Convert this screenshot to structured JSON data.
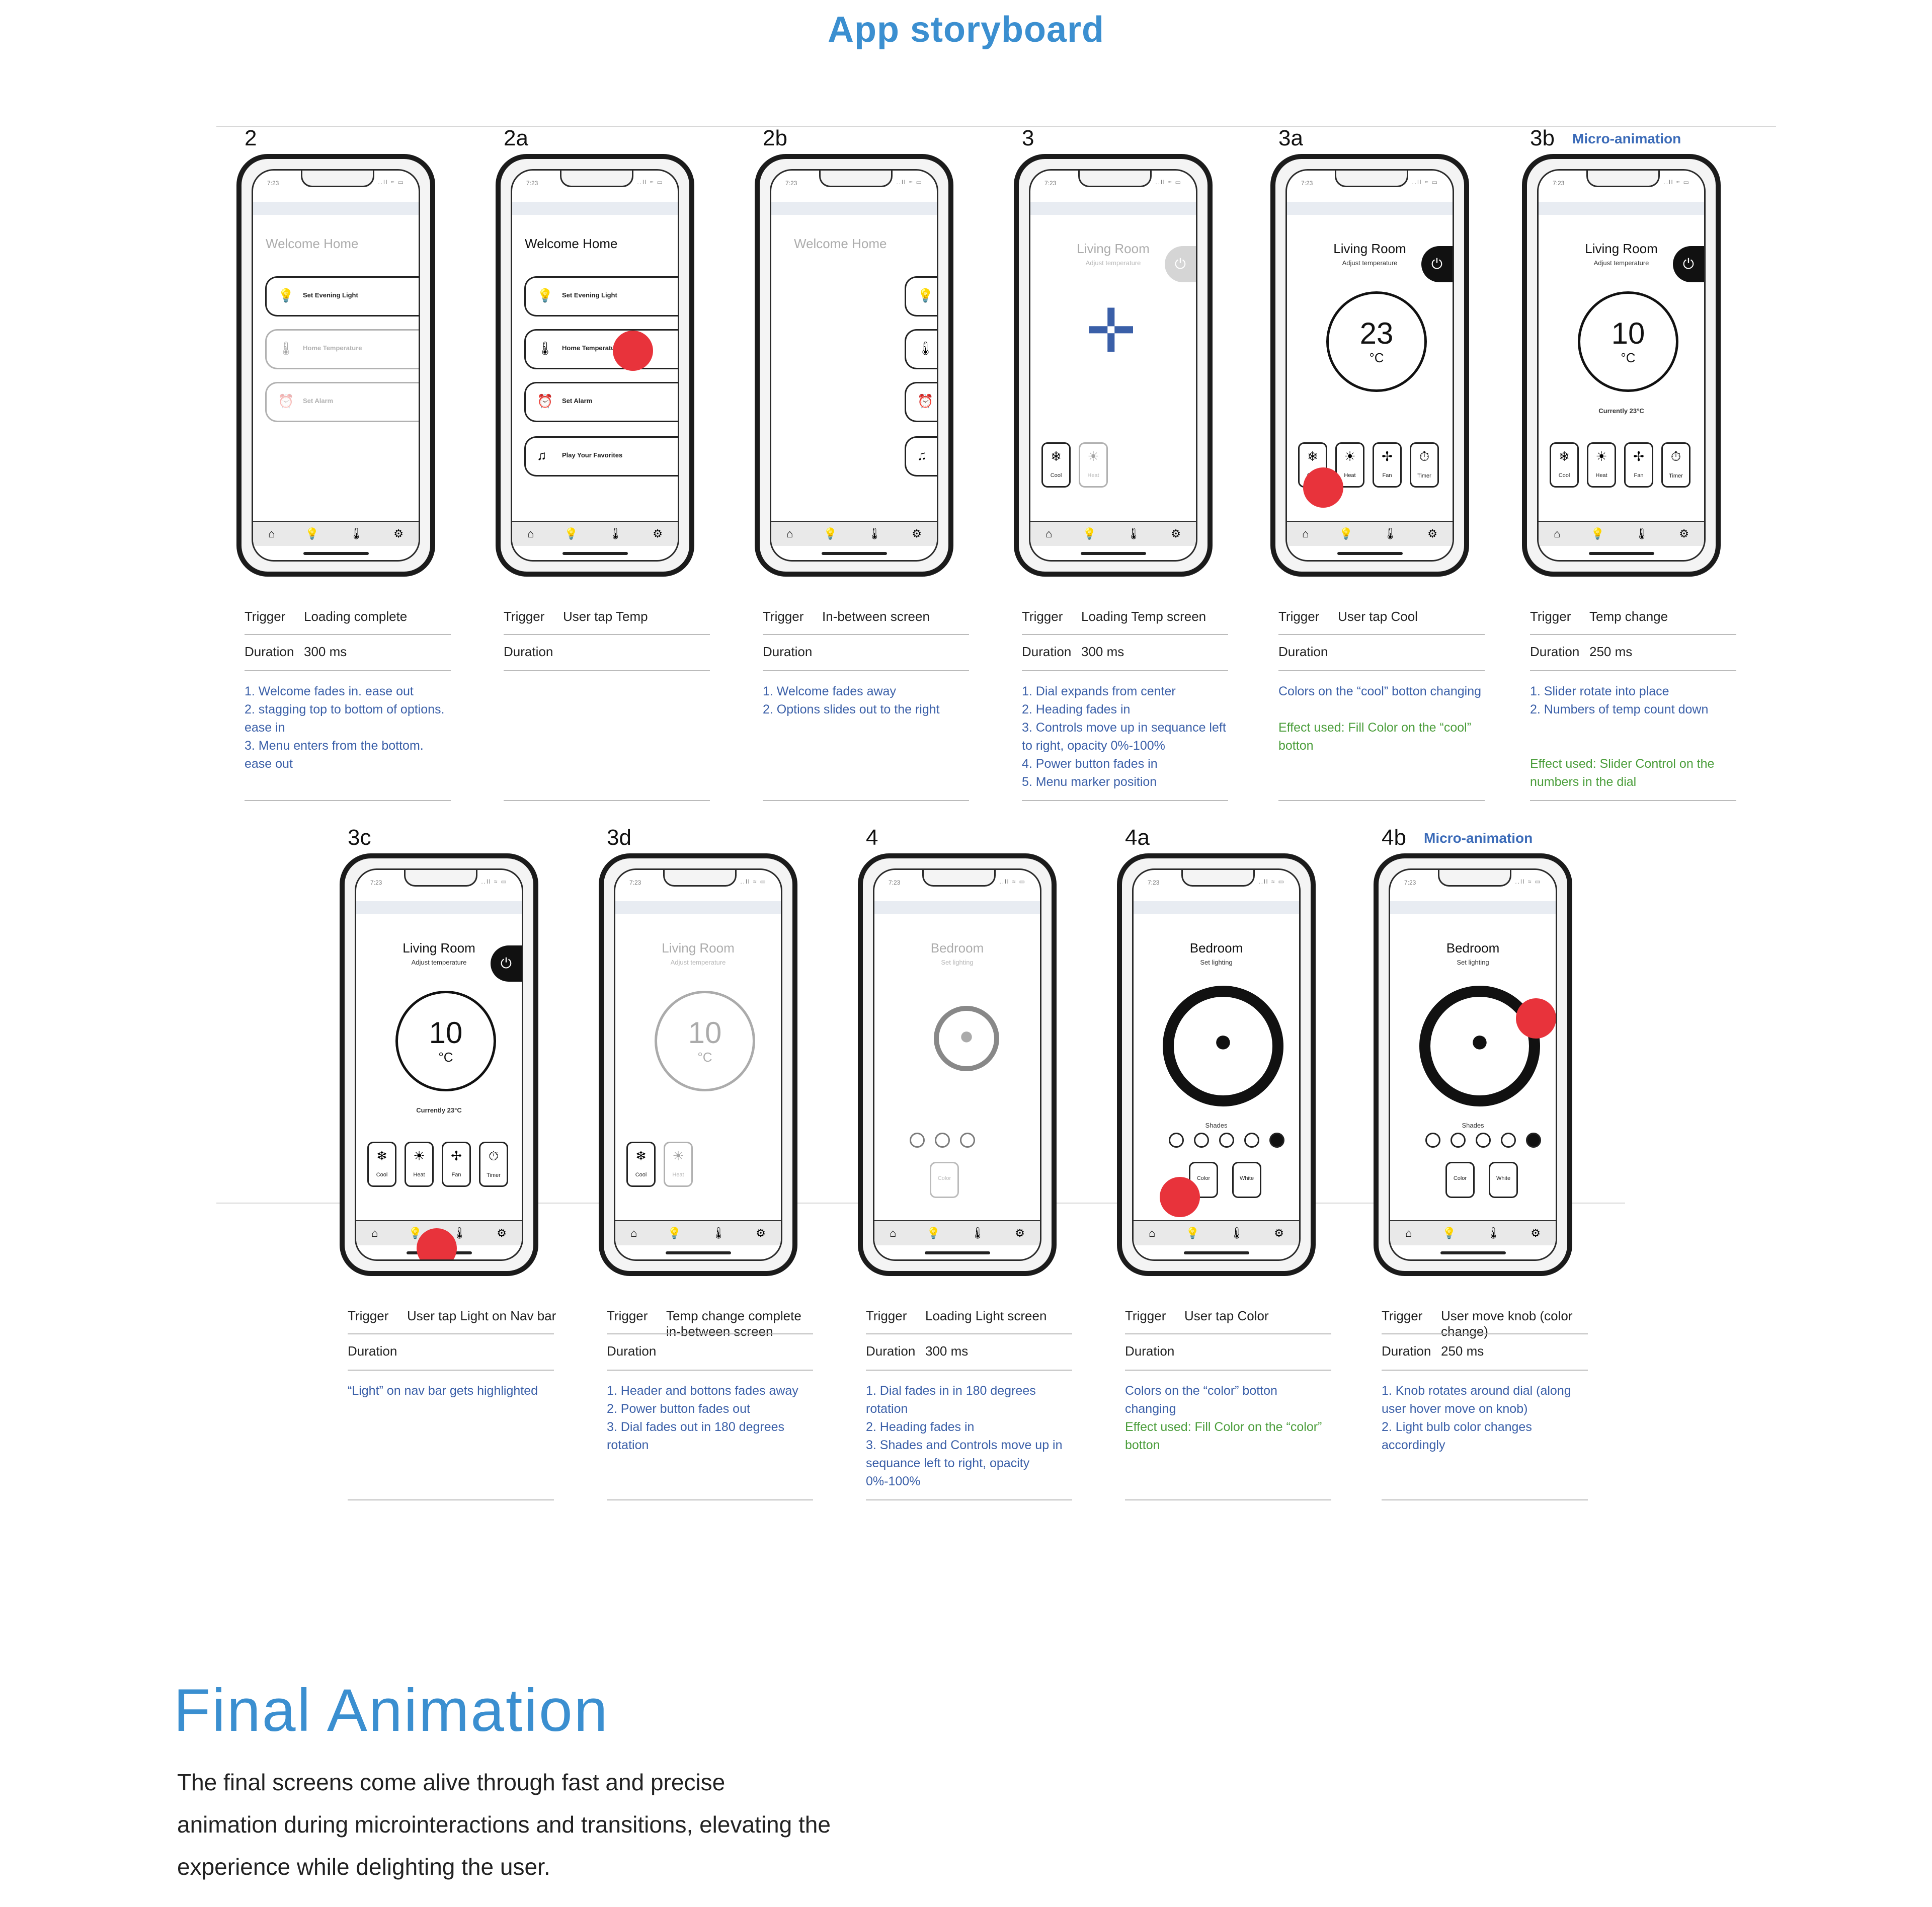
{
  "page": {
    "title": "App storyboard",
    "final_heading": "Final Animation",
    "final_paragraph": "The final screens come alive through fast and precise animation during microinteractions and transitions, elevating the experience while delighting the user."
  },
  "labels": {
    "trigger": "Trigger",
    "duration": "Duration",
    "micro": "Micro-animation",
    "status_time": "7:23",
    "status_icons": "..ll ≈ ▭"
  },
  "frames": [
    {
      "id": "2",
      "trigger": "Loading complete",
      "duration": "300 ms",
      "notes": [
        "1. Welcome fades in.  ease out",
        "2. stagging top to bottom of options. ease in",
        "3. Menu enters from the bottom. ease out"
      ],
      "effect": ""
    },
    {
      "id": "2a",
      "trigger": "User tap Temp",
      "duration": "",
      "notes": [],
      "effect": ""
    },
    {
      "id": "2b",
      "trigger": "In-between screen",
      "duration": "",
      "notes": [
        "1. Welcome fades away",
        "2. Options slides out to the right"
      ],
      "effect": ""
    },
    {
      "id": "3",
      "trigger": "Loading Temp screen",
      "duration": "300 ms",
      "notes": [
        "1. Dial expands from center",
        "2. Heading fades in",
        "3. Controls move up in sequance left to right, opacity 0%-100%",
        "4. Power button fades in",
        "5. Menu marker position"
      ],
      "effect": ""
    },
    {
      "id": "3a",
      "trigger": "User tap Cool",
      "duration": "",
      "notes": [
        "Colors on the “cool” botton changing"
      ],
      "effect": "Effect used: Fill Color on the “cool” botton"
    },
    {
      "id": "3b",
      "micro": true,
      "trigger": "Temp change",
      "duration": "250 ms",
      "notes": [
        "1. Slider rotate into place",
        "2. Numbers of temp count down"
      ],
      "effect": "Effect used: Slider Control on the numbers in the dial"
    },
    {
      "id": "3c",
      "trigger": "User tap Light on Nav bar",
      "duration": "",
      "notes": [
        "“Light” on nav bar gets highlighted"
      ],
      "effect": ""
    },
    {
      "id": "3d",
      "trigger": "Temp change complete in-between screen",
      "duration": "",
      "notes": [
        "1. Header and bottons fades away",
        "2. Power button fades out",
        "3. Dial fades out in 180 degrees rotation"
      ],
      "effect": ""
    },
    {
      "id": "4",
      "trigger": "Loading Light screen",
      "duration": "300 ms",
      "notes": [
        "1. Dial fades in in 180 degrees rotation",
        "2. Heading fades in",
        "3. Shades and Controls move up in sequance left to right, opacity  0%-100%"
      ],
      "effect": ""
    },
    {
      "id": "4a",
      "trigger": "User tap Color",
      "duration": "",
      "notes": [
        "Colors on the “color” botton changing"
      ],
      "effect": "Effect used: Fill Color on the “color” botton"
    },
    {
      "id": "4b",
      "micro": true,
      "trigger": "User move knob (color change)",
      "duration": "250 ms",
      "notes": [
        "1. Knob rotates around dial (along user hover move on knob)",
        "2. Light bulb color changes accordingly"
      ],
      "effect": ""
    }
  ],
  "screens": {
    "welcome": "Welcome Home",
    "options": [
      "Set Evening Light",
      "Home Temperature",
      "Set Alarm",
      "Play Your Favorites"
    ],
    "living_room": "Living Room",
    "adjust_temp": "Adjust temperature",
    "bedroom": "Bedroom",
    "set_lighting": "Set lighting",
    "temp_23": "23",
    "temp_10": "10",
    "unit": "°C",
    "currently": "Currently 23°C",
    "controls": [
      "Cool",
      "Heat",
      "Fan",
      "Timer"
    ],
    "shades": "Shades",
    "color_btn": "Color",
    "white_btn": "White"
  },
  "colors": {
    "accent": "#3b8fd0",
    "notes_blue": "#3a5fa8",
    "effect_green": "#4a9d3a",
    "tap_red": "#e8333b"
  }
}
